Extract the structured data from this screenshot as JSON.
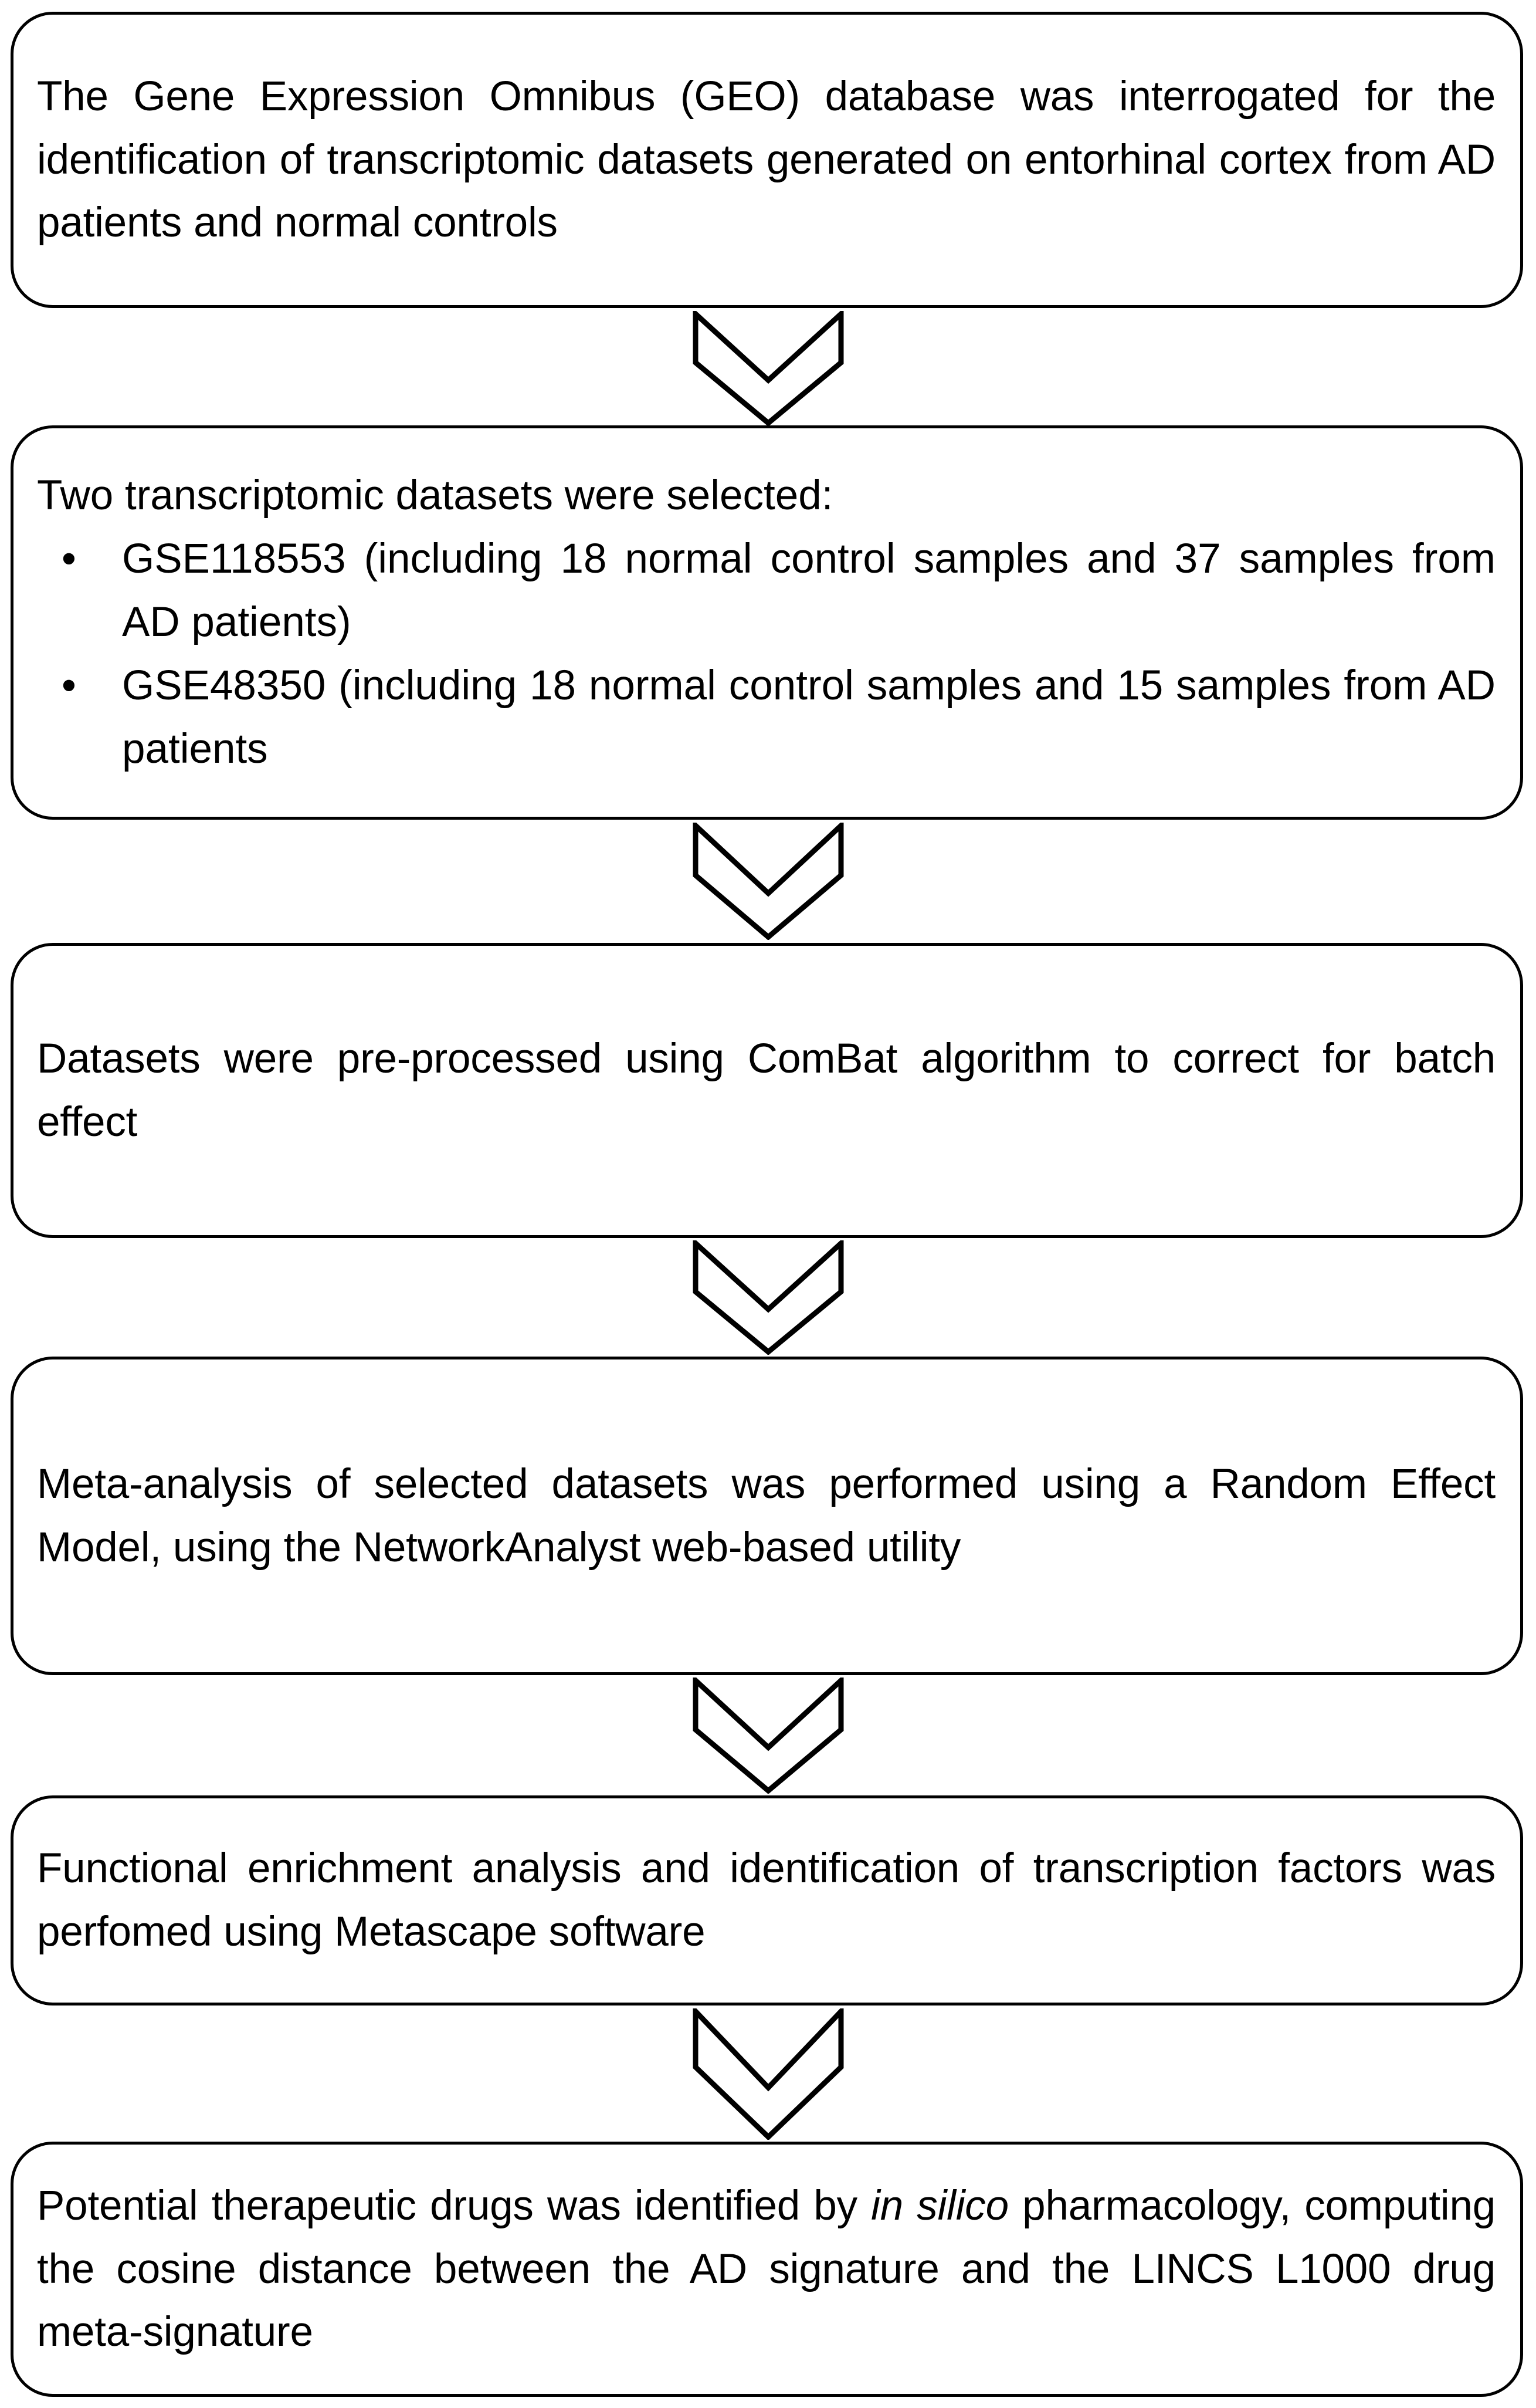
{
  "diagram": {
    "title": "Study workflow flowchart",
    "orientation": "vertical",
    "shape": "rounded-rectangle",
    "connector_shape": "down-chevron-outline",
    "stroke_color": "#000000",
    "fill_color": "#ffffff",
    "text_align": "justify"
  },
  "steps": [
    {
      "id": "step-1",
      "name": "geo-database-interrogation",
      "text": "The Gene Expression Omnibus (GEO) database was interrogated for the identification of transcriptomic datasets generated on entorhinal cortex from AD patients and normal controls"
    },
    {
      "id": "step-2",
      "name": "dataset-selection",
      "lead": "Two transcriptomic datasets were selected:",
      "bullet_marker": "•",
      "bullets": [
        "GSE118553 (including 18 normal control samples and 37 samples from AD patients)",
        "GSE48350 (including 18 normal control samples and 15 samples from AD patients"
      ]
    },
    {
      "id": "step-3",
      "name": "batch-effect-correction",
      "text": "Datasets were pre-processed using ComBat algorithm to correct for batch effect"
    },
    {
      "id": "step-4",
      "name": "meta-analysis",
      "text": "Meta-analysis of selected datasets was performed using a Random Effect Model, using the NetworkAnalyst web-based utility"
    },
    {
      "id": "step-5",
      "name": "functional-enrichment",
      "text": "Functional enrichment analysis and identification of transcription factors was perfomed using Metascape software"
    },
    {
      "id": "step-6",
      "name": "drug-identification",
      "text_part_1": "Potential therapeutic drugs was identified by ",
      "text_italic": "in silico",
      "text_part_2": " pharmacology, computing the cosine distance between the AD signature and the LINCS L1000 drug meta-signature"
    }
  ],
  "connectors": [
    {
      "id": "connector-1",
      "name": "arrow-step1-to-step2"
    },
    {
      "id": "connector-2",
      "name": "arrow-step2-to-step3"
    },
    {
      "id": "connector-3",
      "name": "arrow-step3-to-step4"
    },
    {
      "id": "connector-4",
      "name": "arrow-step4-to-step5"
    },
    {
      "id": "connector-5",
      "name": "arrow-step5-to-step6"
    }
  ]
}
